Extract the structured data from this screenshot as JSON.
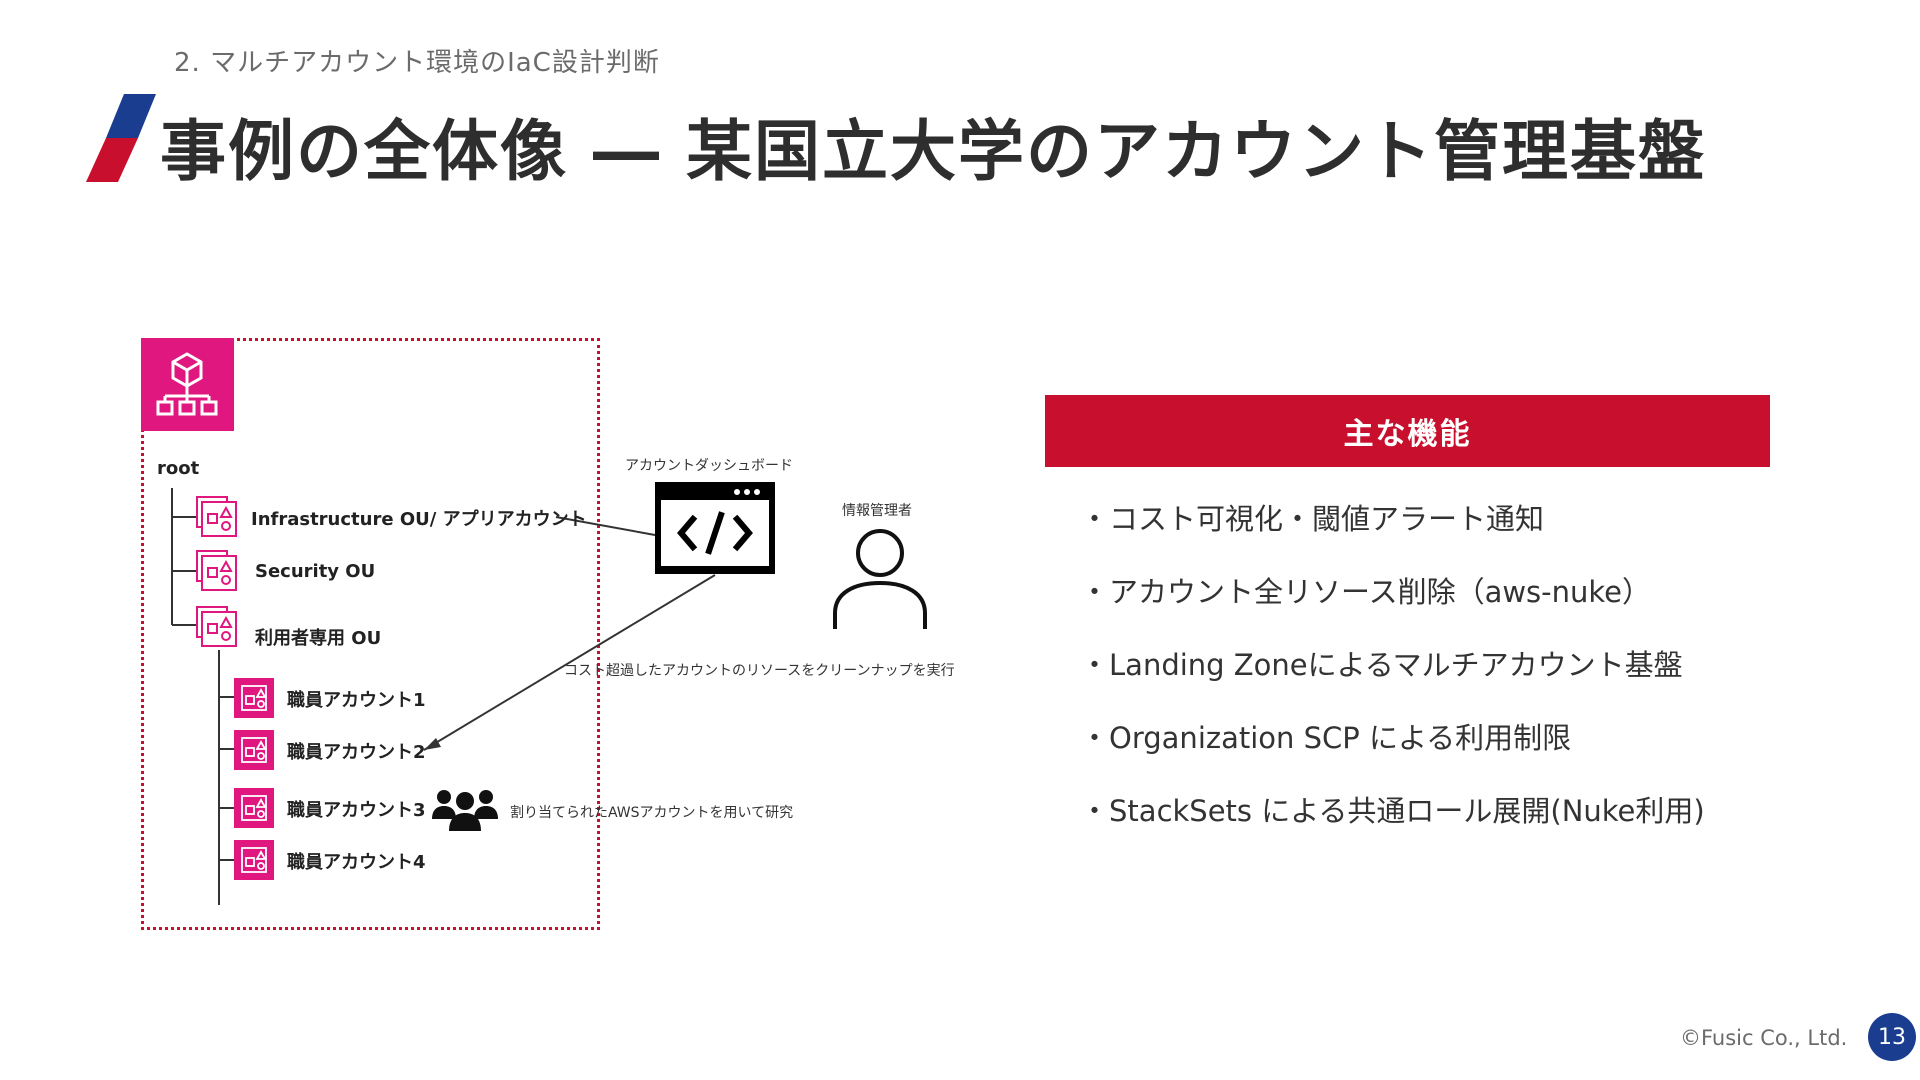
{
  "header": {
    "section": "2. マルチアカウント環境のIaC設計判断",
    "title": "事例の全体像 ― 某国立大学のアカウント管理基盤"
  },
  "diagram": {
    "root_label": "root",
    "ous": [
      {
        "label": "Infrastructure OU/ アプリアカウント"
      },
      {
        "label": "Security OU"
      },
      {
        "label": "利用者専用 OU"
      }
    ],
    "accounts": [
      {
        "label": "職員アカウント1"
      },
      {
        "label": "職員アカウント2"
      },
      {
        "label": "職員アカウント3"
      },
      {
        "label": "職員アカウント4"
      }
    ],
    "dashboard_label": "アカウントダッシュボード",
    "admin_label": "情報管理者",
    "cleanup_note": "コスト超過したアカウントのリソースをクリーンナップを実行",
    "research_note": "割り当てられたAWSアカウントを用いて研究"
  },
  "features": {
    "header": "主な機能",
    "items": [
      "コスト可視化・閾値アラート通知",
      "アカウント全リソース削除（aws-nuke）",
      "Landing Zoneによるマルチアカウント基盤",
      "Organization SCP による利用制限",
      "StackSets による共通ロール展開(Nuke利用)"
    ]
  },
  "footer": {
    "copyright": "©Fusic Co., Ltd.",
    "page": "13"
  },
  "colors": {
    "accent_red": "#c8102e",
    "accent_blue": "#1a3d8f",
    "aws_pink": "#e0177f"
  }
}
